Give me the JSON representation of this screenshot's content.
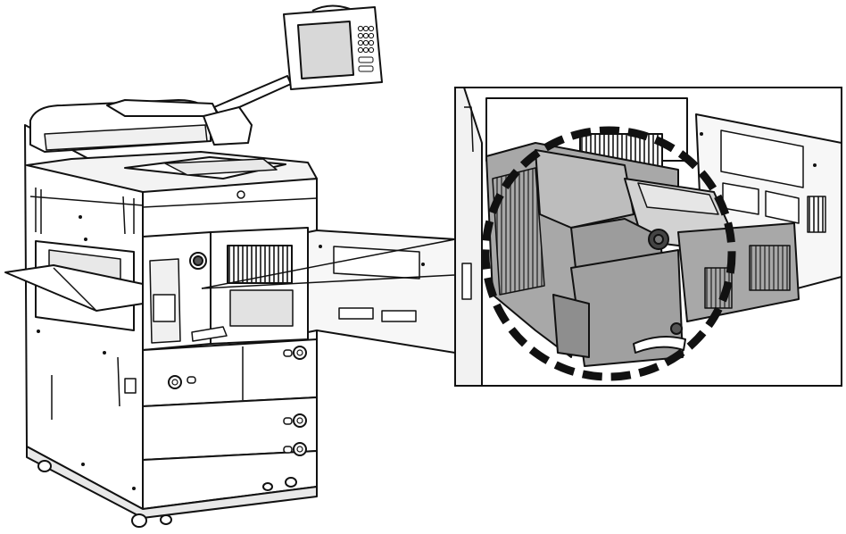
{
  "illustration": {
    "subject": "multifunction-printer",
    "detail": "fixing-unit-pulled-out",
    "highlight": "dashed-circle-around-fixing-unit",
    "colors": {
      "line": "#111111",
      "body": "#ffffff",
      "panel": "#f4f4f4",
      "shade": "#d2d2d2",
      "unit": "#a8a8a8",
      "unit_dark": "#7a7a7a",
      "vent": "#5a5a5a"
    }
  }
}
